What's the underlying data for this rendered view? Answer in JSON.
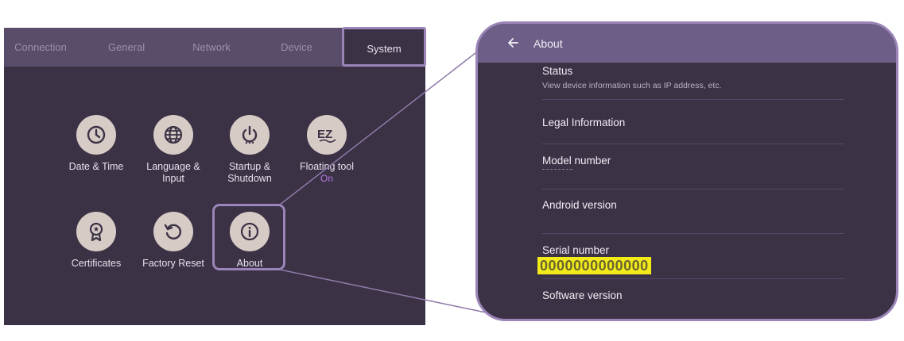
{
  "tabs": [
    {
      "label": "Connection"
    },
    {
      "label": "General"
    },
    {
      "label": "Network"
    },
    {
      "label": "Device"
    },
    {
      "label": "System"
    }
  ],
  "tiles": [
    {
      "label": "Date & Time",
      "icon": "clock-icon"
    },
    {
      "label": "Language & Input",
      "icon": "globe-icon"
    },
    {
      "label": "Startup & Shutdown",
      "icon": "power-icon"
    },
    {
      "label": "Floating tool",
      "sub": "On",
      "icon": "ez-icon"
    },
    {
      "label": "Certificates",
      "icon": "ribbon-icon"
    },
    {
      "label": "Factory Reset",
      "icon": "reset-icon"
    },
    {
      "label": "About",
      "icon": "info-icon"
    }
  ],
  "about": {
    "title": "About",
    "status": "Status",
    "status_desc": "View device information such as IP address, etc.",
    "legal": "Legal Information",
    "model": "Model number",
    "android": "Android version",
    "serial_label": "Serial number",
    "serial_value": "0000000000000",
    "software": "Software version"
  },
  "colors": {
    "panel_bg": "#3b3246",
    "tab_bar": "#5a4c6b",
    "highlight": "#9b85b8",
    "accent_on": "#b777e6",
    "serial_highlight": "#f3ea1a"
  }
}
